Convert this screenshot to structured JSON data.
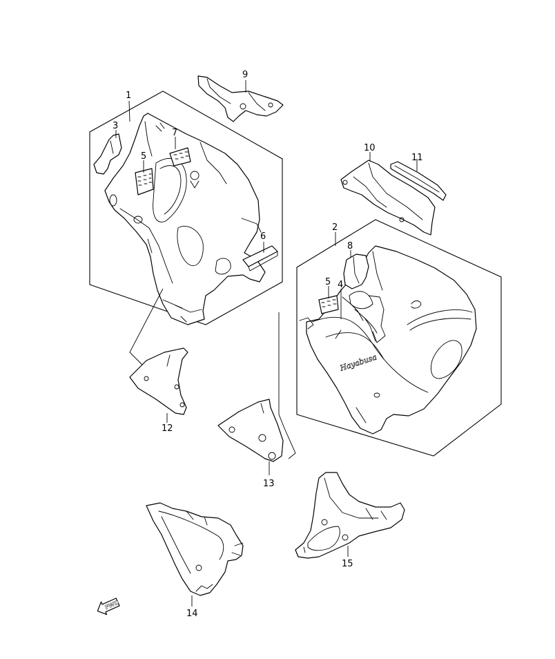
{
  "callouts": {
    "p1": "1",
    "p2": "2",
    "p3": "3",
    "p4": "4",
    "p5a": "5",
    "p5b": "5",
    "p6": "6",
    "p7": "7",
    "p8": "8",
    "p9": "9",
    "p10": "10",
    "p11": "11",
    "p12": "12",
    "p13": "13",
    "p14": "14",
    "p15": "15"
  },
  "decals": {
    "hayabusa_script": "Hayabusa"
  },
  "direction": {
    "label": "FWD",
    "icon": "forward-arrow-icon"
  }
}
